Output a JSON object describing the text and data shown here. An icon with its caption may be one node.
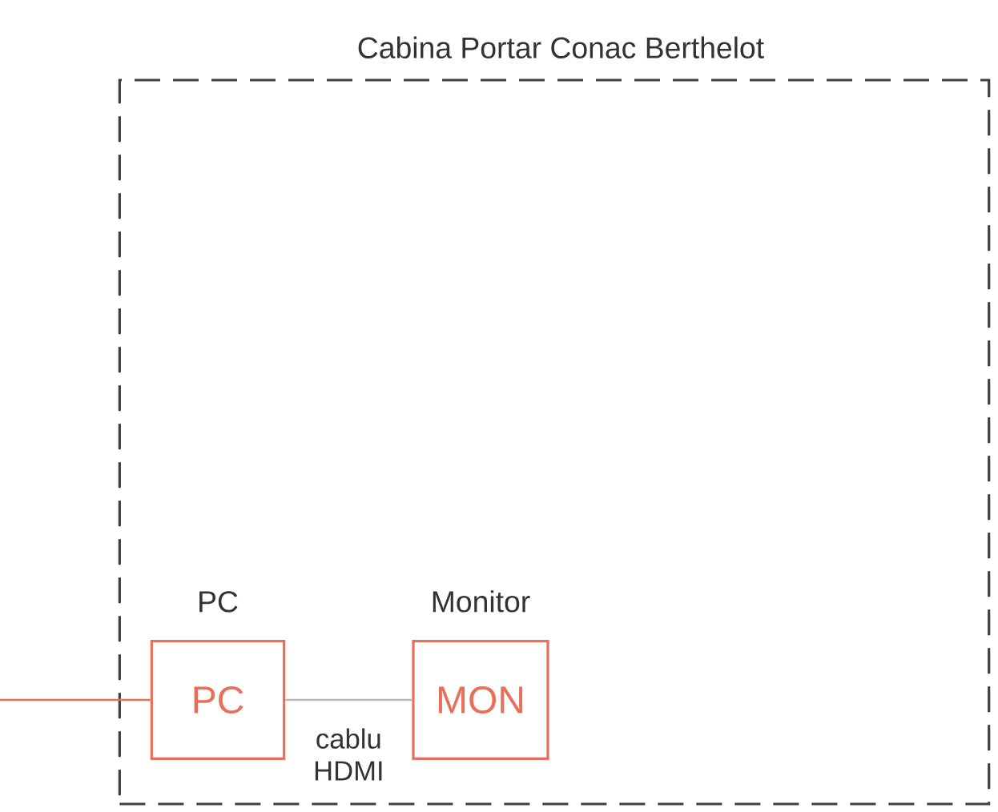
{
  "diagram": {
    "nodes": [
      {
        "text": [
          "Cabina Portar Conac Berthelot"
        ]
      },
      {
        "text": [
          "PC",
          "PC"
        ],
        "in": 0
      },
      {
        "text": [
          "Monitor",
          "MON"
        ],
        "in": 0
      }
    ],
    "edges": [
      {
        "from": 1,
        "to": 2,
        "arrow": "none",
        "label": "cablu HDMI",
        "color": "#b8b8b8"
      },
      {
        "from": null,
        "to": 1,
        "arrow": "none",
        "color": "#e8705a"
      }
    ]
  }
}
